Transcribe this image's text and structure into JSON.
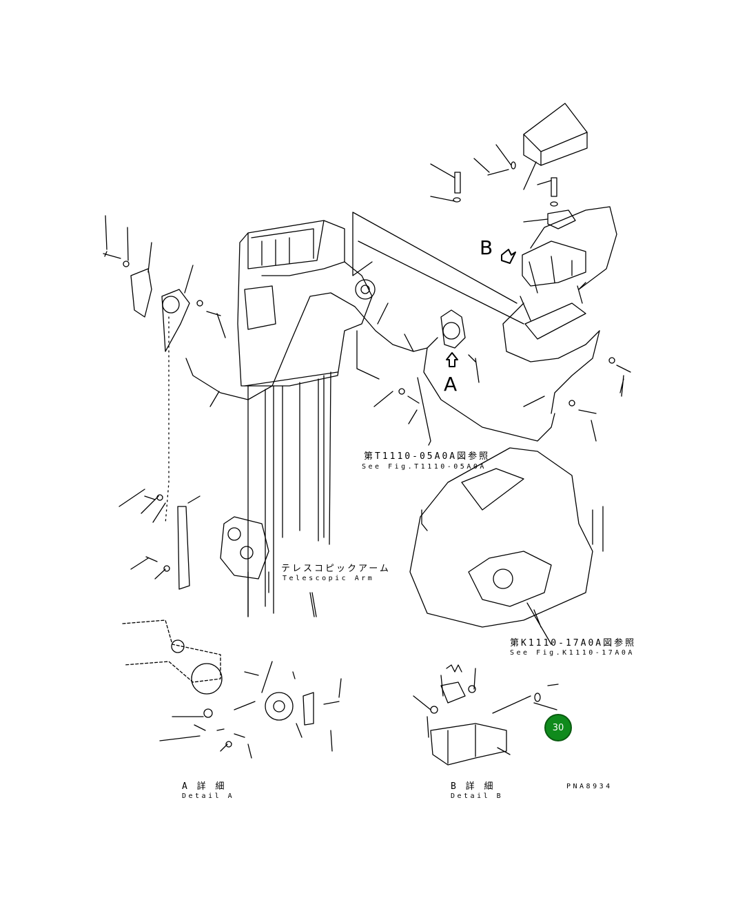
{
  "view_labels": {
    "view_a": "A",
    "view_b": "B"
  },
  "references": {
    "ref1_jp": "第T1110-05A0A図参照",
    "ref1_en": "See Fig.T1110-05A0A",
    "ref2_jp": "第K1110-17A0A図参照",
    "ref2_en": "See Fig.K1110-17A0A"
  },
  "arm_label": {
    "jp": "テレスコピックアーム",
    "en": "Telescopic Arm"
  },
  "details": {
    "a_jp": "A 詳 細",
    "a_en": "Detail A",
    "b_jp": "B 詳 細",
    "b_en": "Detail B"
  },
  "drawing_code": "PNA8934",
  "badge": {
    "number": "30",
    "color": "#0f8a1c"
  }
}
